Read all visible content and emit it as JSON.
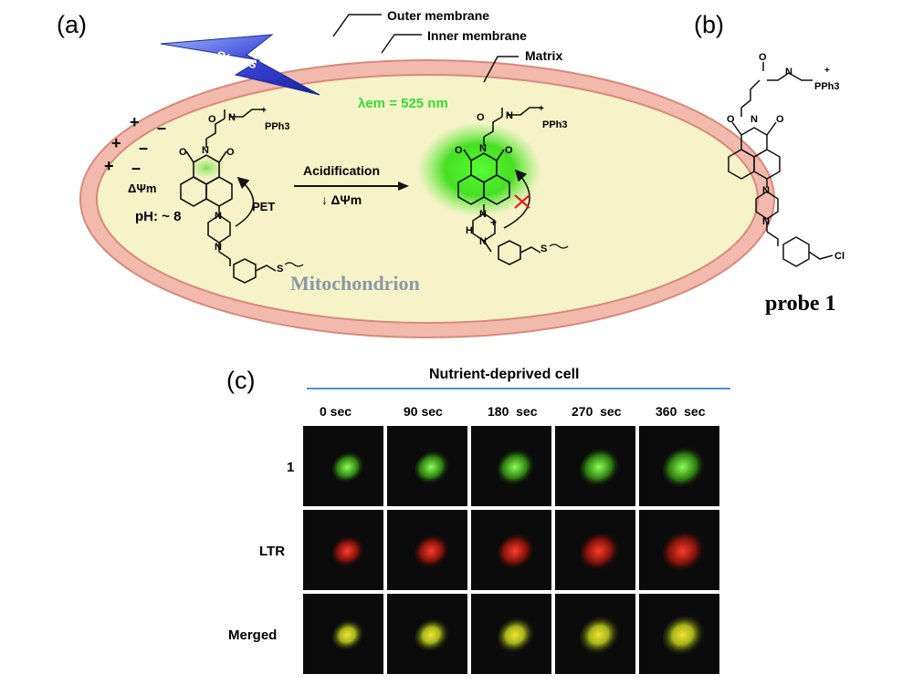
{
  "panel_a": {
    "label": "(a)",
    "outer_membrane": "Outer membrane",
    "inner_membrane": "Inner membrane",
    "matrix": "Matrix",
    "stress": "Stress",
    "emission": "λem = 525 nm",
    "delta_psi_left": "ΔΨm",
    "ph": "pH: ~ 8",
    "pet": "PET",
    "acidification": "Acidification",
    "delta_psi_arrow": "↓ ΔΨm",
    "mitochondrion": "Mitochondrion",
    "pph3": "PPh3",
    "plus": "+",
    "minus": "–",
    "nh": "N",
    "h": "H",
    "o": "O",
    "s": "S",
    "emission_color": "#33dd33",
    "membrane_color": "#f2b9ad",
    "matrix_color": "#f7f3c8"
  },
  "panel_b": {
    "label": "(b)",
    "probe": "probe 1",
    "cl": "Cl",
    "pph3": "PPh3"
  },
  "panel_c": {
    "label": "(c)",
    "heading": "Nutrient-deprived cell",
    "times": [
      "0 sec",
      "90 sec",
      "180  sec",
      "270  sec",
      "360  sec"
    ],
    "rows": [
      "1",
      "LTR",
      "Merged"
    ]
  }
}
